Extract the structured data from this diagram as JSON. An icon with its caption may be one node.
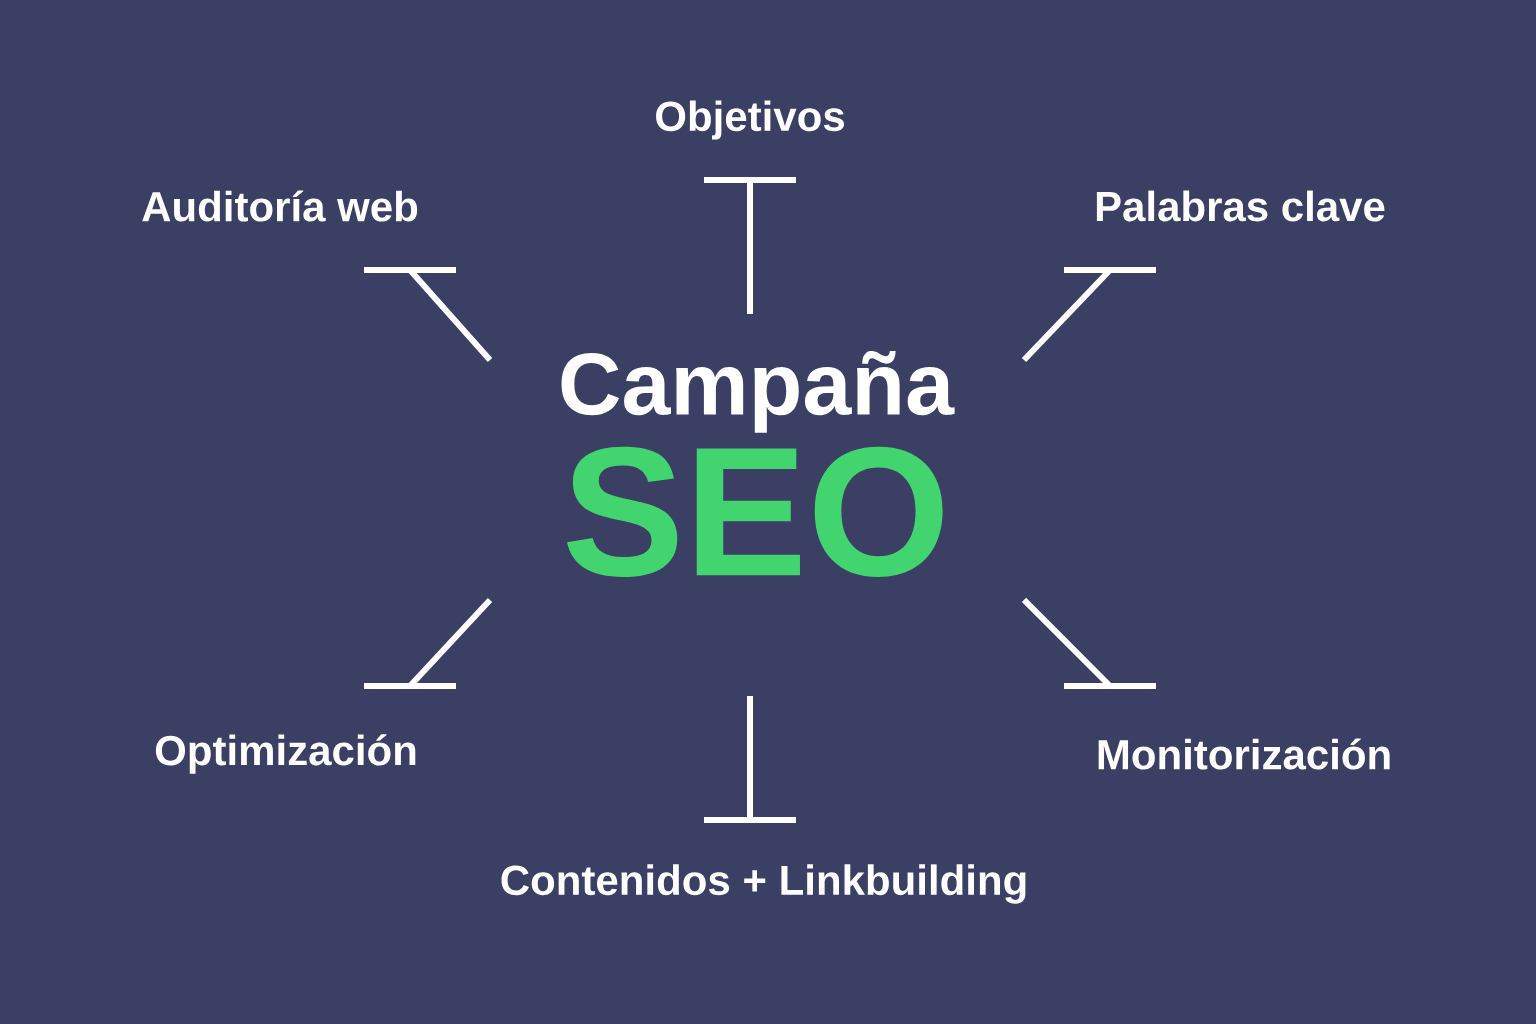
{
  "diagram": {
    "nodes": [
      {
        "text": [
          "Objetivos"
        ]
      },
      {
        "text": [
          "Auditoría web"
        ]
      },
      {
        "text": [
          "Palabras clave"
        ]
      },
      {
        "text": [
          "Campaña",
          "SEO"
        ]
      },
      {
        "text": [
          "Optimización"
        ]
      },
      {
        "text": [
          "Monitorización"
        ]
      },
      {
        "text": [
          "Contenidos + Linkbuilding"
        ]
      }
    ],
    "edges": [
      {
        "from": 3,
        "to": 0,
        "arrow": "none"
      },
      {
        "from": 3,
        "to": 1,
        "arrow": "none"
      },
      {
        "from": 3,
        "to": 2,
        "arrow": "none"
      },
      {
        "from": 3,
        "to": 4,
        "arrow": "none"
      },
      {
        "from": 3,
        "to": 5,
        "arrow": "none"
      },
      {
        "from": 3,
        "to": 6,
        "arrow": "none"
      }
    ]
  }
}
